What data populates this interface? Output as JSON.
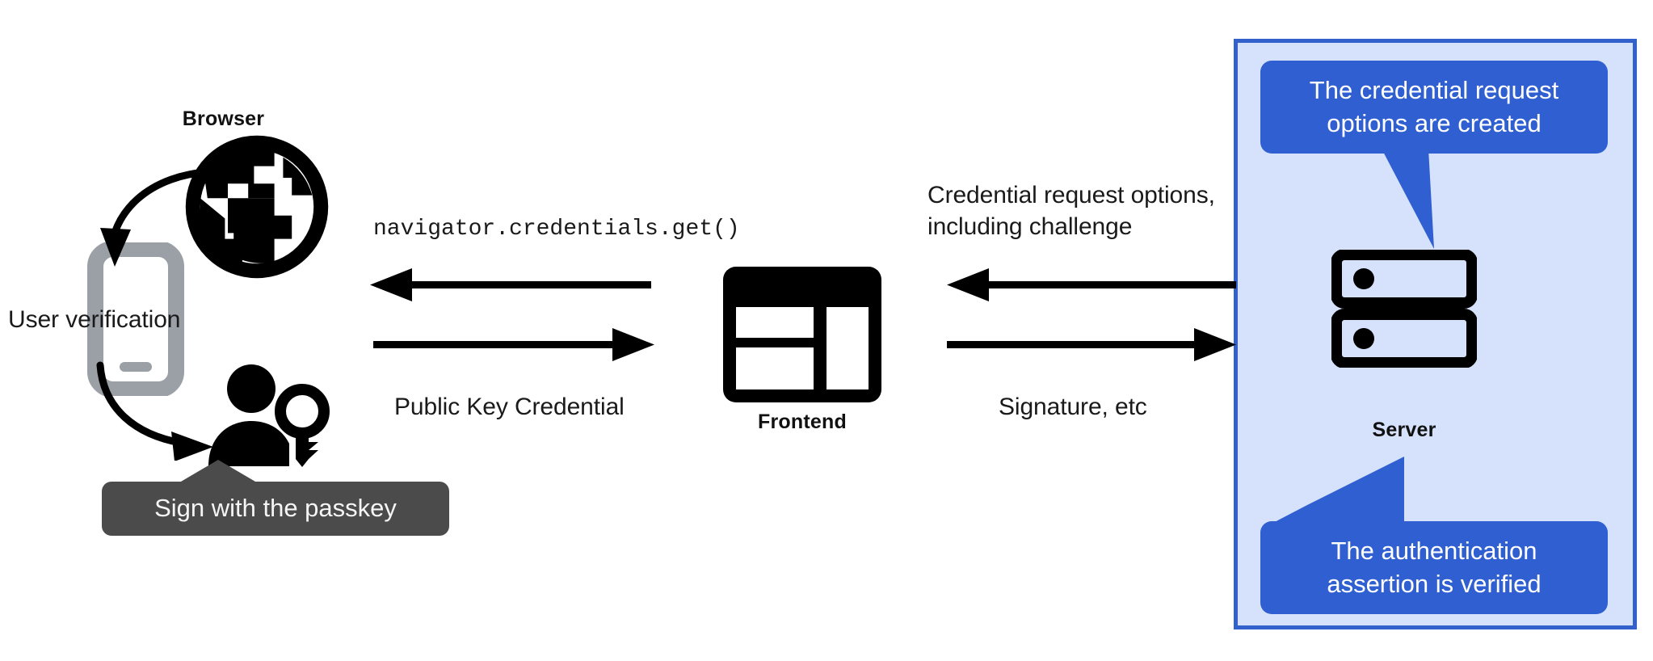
{
  "diagram": {
    "title": "WebAuthn passkey authentication flow",
    "background": "#ffffff",
    "colors": {
      "panel_fill": "#d6e2fb",
      "panel_border": "#3361cc",
      "callout_blue": "#2f5fd0",
      "tooltip_gray": "#4b4b4b",
      "icon_black": "#000000",
      "phone_gray": "#9aa0a6",
      "text_black": "#1a1a1a"
    }
  },
  "browser": {
    "label": "Browser",
    "icon": "globe-icon"
  },
  "phone": {
    "icon": "smartphone-icon",
    "verification_label": "User verification"
  },
  "user": {
    "icon": "person-with-key-icon",
    "tooltip": "Sign with the passkey"
  },
  "frontend": {
    "label": "Frontend",
    "icon": "browser-window-icon"
  },
  "server": {
    "label": "Server",
    "icon": "server-racks-icon",
    "callout_top": "The credential request\noptions are created",
    "callout_bottom": "The authentication\nassertion is verified"
  },
  "arrows": {
    "browser_to_frontend_label": "navigator.credentials.get()",
    "frontend_to_browser_label": "Public Key Credential",
    "server_to_frontend_label": "Credential request options,\nincluding challenge",
    "frontend_to_server_label": "Signature, etc"
  }
}
